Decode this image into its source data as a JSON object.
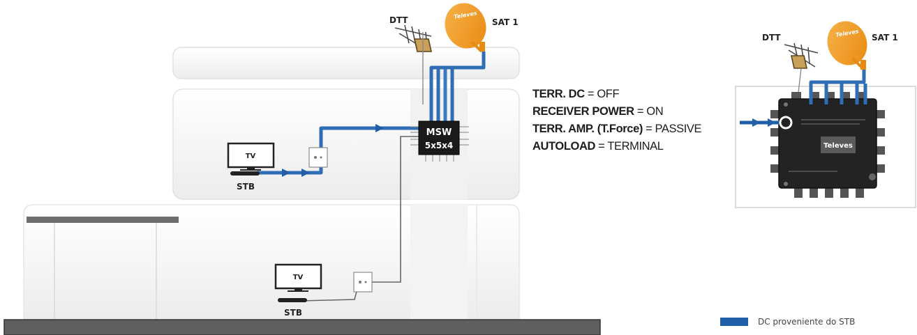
{
  "labels": {
    "dtt": "DTT",
    "sat": "SAT 1",
    "brand": "Televes",
    "msw_line1": "MSW",
    "msw_line2": "5x5x4",
    "tv": "TV",
    "stb": "STB"
  },
  "settings": [
    {
      "key": "TERR. DC",
      "sep": " = ",
      "value": "OFF"
    },
    {
      "key": "RECEIVER POWER",
      "sep": " = ",
      "value": "ON"
    },
    {
      "key": "TERR. AMP. (T.Force)",
      "sep": " = ",
      "value": "PASSIVE"
    },
    {
      "key": "AUTOLOAD",
      "sep": " = ",
      "value": "TERMINAL"
    }
  ],
  "legend": {
    "label": "DC proveniente do STB",
    "color": "#1f5fa8"
  },
  "colors": {
    "dc_cable": "#2f6db5",
    "dish": "#f39a1c",
    "coax": "#888888"
  }
}
